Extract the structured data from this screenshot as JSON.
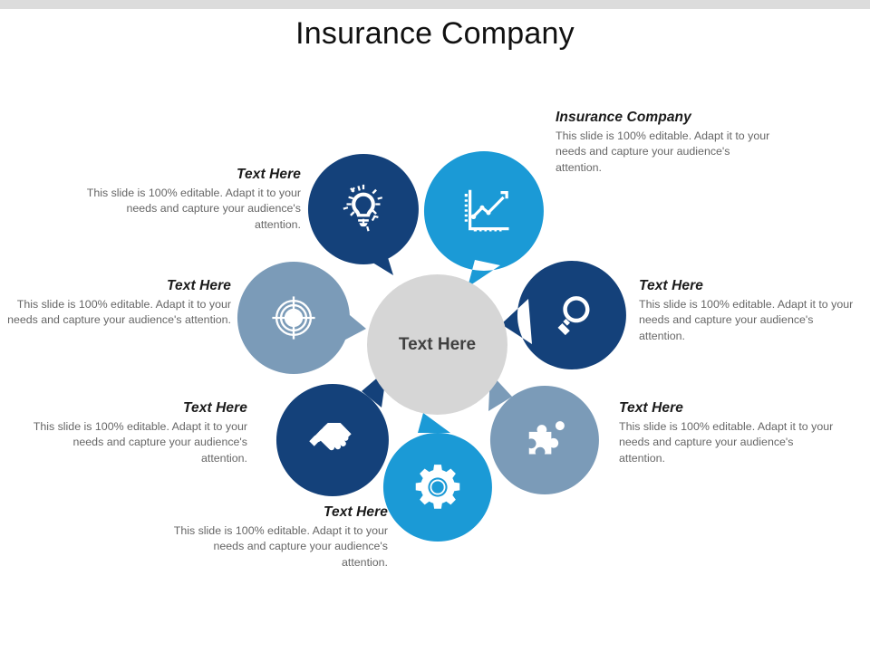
{
  "slide": {
    "title": "Insurance Company",
    "center_label": "Text Here",
    "colors": {
      "navy": "#14417a",
      "bright_blue": "#1b9ad6",
      "slate": "#7b9bb8",
      "hub_gray": "#d6d6d6",
      "top_bar_gray": "#dcdcdc",
      "body_text": "#666666",
      "heading_text": "#1a1a1a"
    }
  },
  "nodes": [
    {
      "id": "lightbulb",
      "icon": "lightbulb-gear-icon",
      "color": "#14417a",
      "heading": "Text Here",
      "body": "This slide is 100% editable. Adapt it to your needs and capture your audience's attention."
    },
    {
      "id": "growth-chart",
      "icon": "growth-chart-icon",
      "color": "#1b9ad6",
      "heading": "Insurance Company",
      "body": "This slide is 100% editable. Adapt it to your needs and capture your audience's attention."
    },
    {
      "id": "magnifier",
      "icon": "magnifying-glass-icon",
      "color": "#14417a",
      "heading": "Text Here",
      "body": "This slide is 100% editable. Adapt it to your needs and capture your audience's attention."
    },
    {
      "id": "puzzle",
      "icon": "puzzle-pieces-icon",
      "color": "#7b9bb8",
      "heading": "Text Here",
      "body": "This slide is 100% editable. Adapt it to your needs and capture your audience's attention."
    },
    {
      "id": "gear",
      "icon": "gear-icon",
      "color": "#1b9ad6",
      "heading": "Text Here",
      "body": "This slide is 100% editable. Adapt it to your needs and capture your audience's attention."
    },
    {
      "id": "handshake",
      "icon": "handshake-icon",
      "color": "#14417a",
      "heading": "Text Here",
      "body": "This slide is 100% editable. Adapt it to your needs and capture your audience's attention."
    },
    {
      "id": "target",
      "icon": "target-icon",
      "color": "#7b9bb8",
      "heading": "Text Here",
      "body": "This slide is 100% editable. Adapt it to your needs and capture your audience's attention."
    }
  ]
}
